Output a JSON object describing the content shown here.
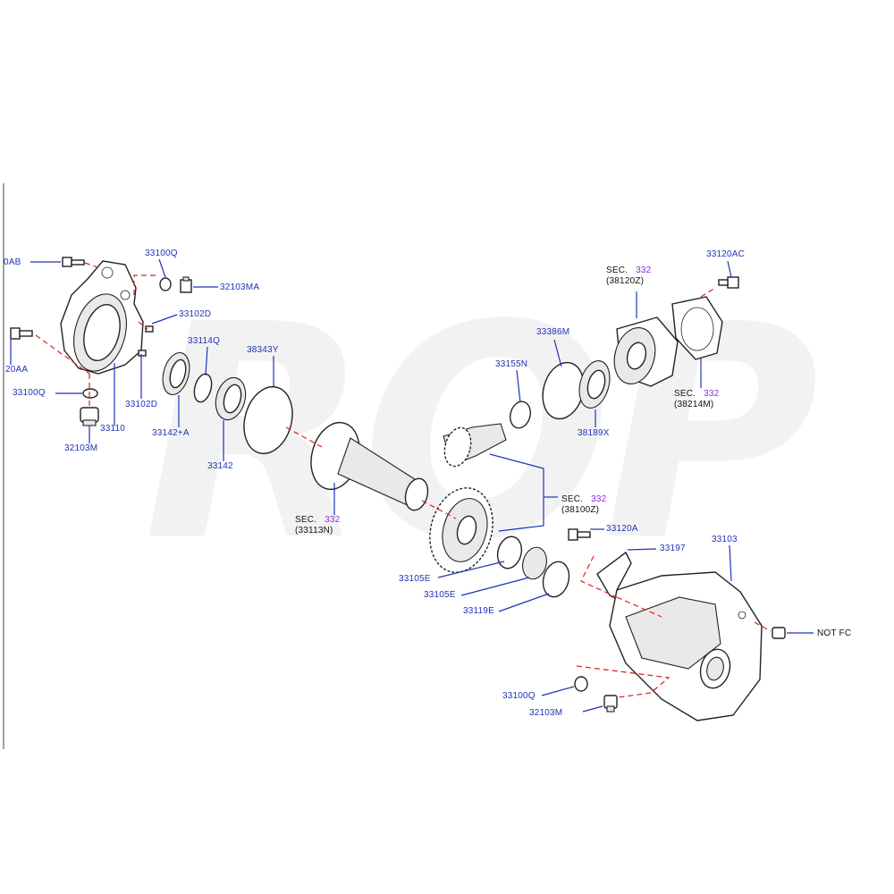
{
  "watermark": "ROP",
  "labels": {
    "l_0ab": "0AB",
    "l_33100q_top": "33100Q",
    "l_32103ma": "32103MA",
    "l_33102d_a": "33102D",
    "l_20aa": "20AA",
    "l_33114q": "33114Q",
    "l_38343y": "38343Y",
    "l_33100q_left": "33100Q",
    "l_33102d_b": "33102D",
    "l_33110": "33110",
    "l_33142a": "33142+A",
    "l_32103m_left": "32103M",
    "l_33142": "33142",
    "l_33386m": "33386M",
    "l_33155n": "33155N",
    "l_38189x": "38189X",
    "l_33120ac": "33120AC",
    "l_33120a": "33120A",
    "l_33197": "33197",
    "l_33103": "33103",
    "l_33105e_a": "33105E",
    "l_33105e_b": "33105E",
    "l_33119e": "33119E",
    "l_33100q_bottom": "33100Q",
    "l_32103m_bottom": "32103M",
    "l_not_fc": "NOT  FC"
  },
  "sections": {
    "sec_38120z": {
      "prefix": "SEC.",
      "num": "332",
      "ref": "(38120Z)"
    },
    "sec_38214m": {
      "prefix": "SEC.",
      "num": "332",
      "ref": "(38214M)"
    },
    "sec_33113n": {
      "prefix": "SEC.",
      "num": "332",
      "ref": "(33113N)"
    },
    "sec_38100z": {
      "prefix": "SEC.",
      "num": "332",
      "ref": "(38100Z)"
    }
  },
  "colors": {
    "label_blue": "#1f33b8",
    "section_purple": "#8a2be2",
    "dash_red": "#e02020",
    "line_dark": "#222222",
    "watermark_gray": "#f2f2f2"
  }
}
